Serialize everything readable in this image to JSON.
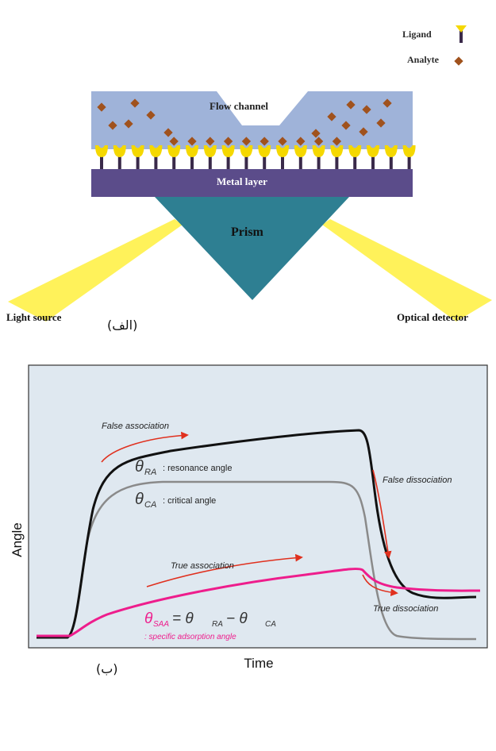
{
  "panel_a": {
    "legend": {
      "ligand": "Ligand",
      "analyte": "Analyte"
    },
    "labels": {
      "flow_channel": "Flow channel",
      "metal_layer": "Metal layer",
      "prism": "Prism",
      "light_source": "Light source",
      "optical_detector": "Optical detector"
    },
    "caption": "(الف)",
    "colors": {
      "channel": "#9fb3d9",
      "metal": "#5b4c8a",
      "prism": "#2e7f92",
      "ligand": "#f5d800",
      "analyte": "#a0521d",
      "beam": "#fff25a"
    }
  },
  "panel_b": {
    "y_axis_label": "Angle",
    "x_axis_label": "Time",
    "caption": "(ب)",
    "annotations": {
      "false_association": "False association",
      "false_dissociation": "False dissociation",
      "true_association": "True association",
      "true_dissociation": "True dissociation",
      "theta_ra_symbol": "θ",
      "theta_ra_sub": "RA",
      "theta_ra_desc": ": resonance angle",
      "theta_ca_symbol": "θ",
      "theta_ca_sub": "CA",
      "theta_ca_desc": ": critical angle",
      "saa_left": "θ",
      "saa_left_sub": "SAA",
      "saa_eq": " = θ",
      "saa_ra_sub": "RA",
      "saa_minus": " − θ",
      "saa_ca_sub": "CA",
      "saa_desc": ": specific adsorption angle"
    },
    "colors": {
      "resonance": "#111111",
      "critical": "#8a8a8a",
      "specific": "#ee1d8c",
      "arrow": "#e0301e",
      "background": "#dfe8f0"
    }
  }
}
